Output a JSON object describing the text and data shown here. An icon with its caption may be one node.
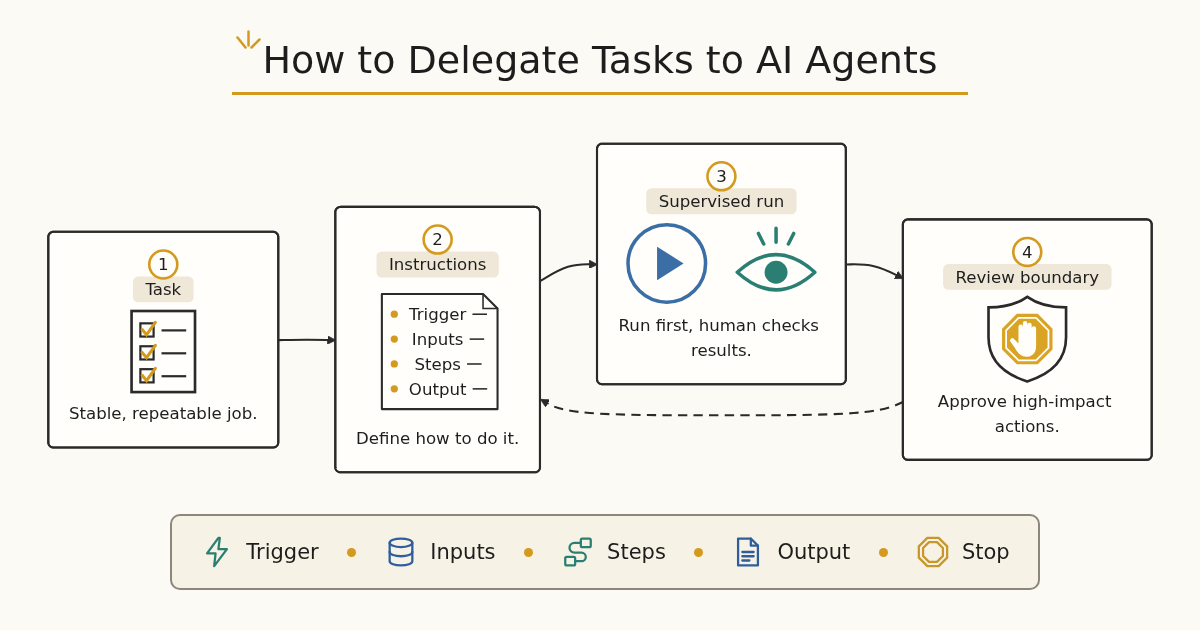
{
  "diagram": {
    "title": "How to Delegate Tasks to AI Agents",
    "nodes": [
      {
        "text": [
          "1",
          "Task",
          "Stable, repeatable job."
        ]
      },
      {
        "text": [
          "2",
          "Instructions",
          "Trigger",
          "Inputs",
          "Steps",
          "Output",
          "Define how to do it."
        ]
      },
      {
        "text": [
          "3",
          "Supervised run",
          "Run first, human checks results."
        ]
      },
      {
        "text": [
          "4",
          "Review boundary",
          "Approve high-impact actions."
        ]
      }
    ],
    "edges": [
      {
        "from": 0,
        "to": 1,
        "arrow": "to"
      },
      {
        "from": 1,
        "to": 2,
        "arrow": "to"
      },
      {
        "from": 2,
        "to": 3,
        "arrow": "to"
      },
      {
        "from": 3,
        "to": 1,
        "arrow": "to",
        "style": "dashed"
      }
    ],
    "legend": [
      {
        "text": "Trigger"
      },
      {
        "text": "Inputs"
      },
      {
        "text": "Steps"
      },
      {
        "text": "Output"
      },
      {
        "text": "Stop"
      }
    ]
  }
}
